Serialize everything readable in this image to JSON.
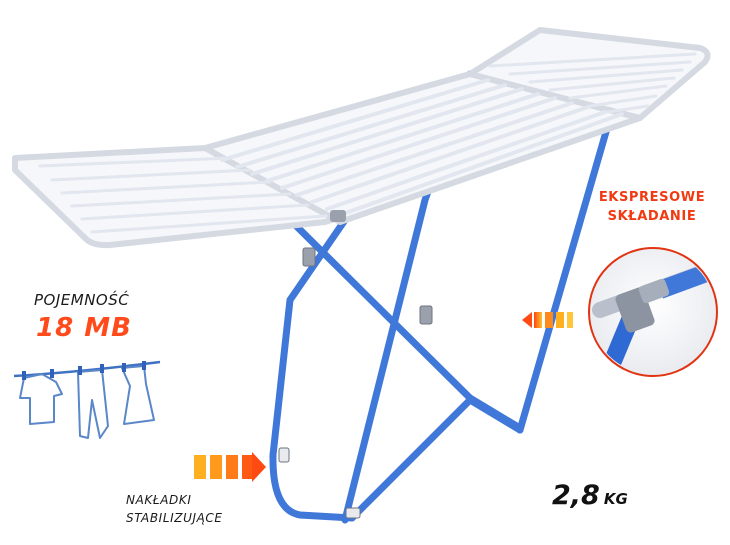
{
  "capacity": {
    "label": "POJEMNOŚĆ",
    "value": "18 MB"
  },
  "folding": {
    "line1": "EKSPRESOWE",
    "line2": "SKŁADANIE"
  },
  "pads": {
    "line1": "NAKŁADKI",
    "line2": "STABILIZUJĄCE"
  },
  "weight": {
    "value": "2,8",
    "unit": "KG"
  },
  "colors": {
    "frame_blue": "#3f78d8",
    "rail_white": "#eef1f6",
    "accent_orange": "#ff5a1f",
    "accent_gradient_end": "#ffb020"
  }
}
